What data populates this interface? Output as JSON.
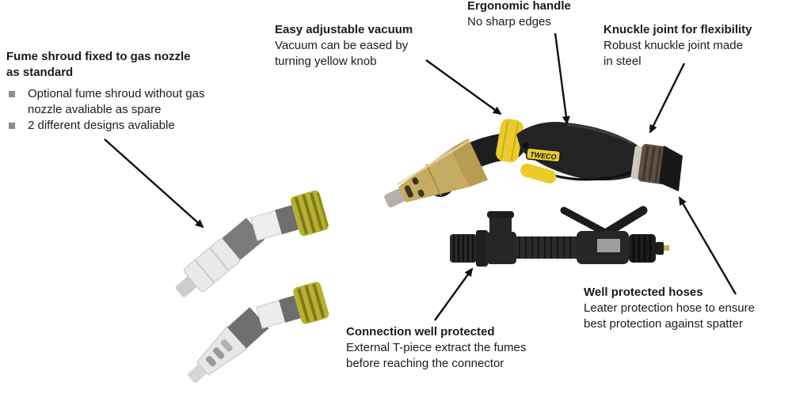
{
  "page": {
    "background": "#ffffff",
    "text_color": "#1b1b1b"
  },
  "product": {
    "brand_label": "TWECO"
  },
  "colors": {
    "accent_yellow": "#e9cc2b",
    "brass": "#c3a75f",
    "olive_nut": "#b6b02f",
    "handle_black": "#232323",
    "bullet_gray": "#8c8c8c"
  },
  "callouts": [
    {
      "id": "fume-shroud",
      "title": "Fume shroud fixed to gas nozzle as standard",
      "bullets": [
        "Optional fume shroud without gas nozzle avaliable as spare",
        "2 different designs avaliable"
      ]
    },
    {
      "id": "easy-vacuum",
      "title": "Easy adjustable vacuum",
      "body": "Vacuum can be eased by turning yellow knob"
    },
    {
      "id": "ergonomic-handle",
      "title": "Ergonomic handle",
      "body": "No sharp edges"
    },
    {
      "id": "knuckle-joint",
      "title": "Knuckle joint for flexibility",
      "body": "Robust knuckle joint made in steel"
    },
    {
      "id": "connection-protected",
      "title": "Connection well protected",
      "body": "External T-piece extract the fumes before reaching the connector"
    },
    {
      "id": "protected-hoses",
      "title": "Well protected hoses",
      "body": "Leater protection hose to ensure best protection against spatter"
    }
  ]
}
